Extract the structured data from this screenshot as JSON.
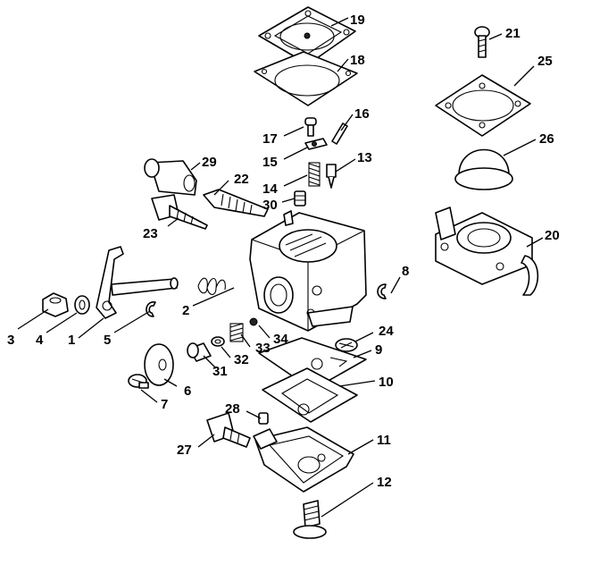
{
  "callouts": {
    "p1": "1",
    "p2": "2",
    "p3": "3",
    "p4": "4",
    "p5": "5",
    "p6": "6",
    "p7": "7",
    "p8": "8",
    "p9": "9",
    "p10": "10",
    "p11": "11",
    "p12": "12",
    "p13": "13",
    "p14": "14",
    "p15": "15",
    "p16": "16",
    "p17": "17",
    "p18": "18",
    "p19": "19",
    "p20": "20",
    "p21": "21",
    "p22": "22",
    "p23": "23",
    "p24": "24",
    "p25": "25",
    "p26": "26",
    "p27": "27",
    "p28": "28",
    "p29": "29",
    "p30": "30",
    "p31": "31",
    "p32": "32",
    "p33": "33",
    "p34": "34"
  }
}
